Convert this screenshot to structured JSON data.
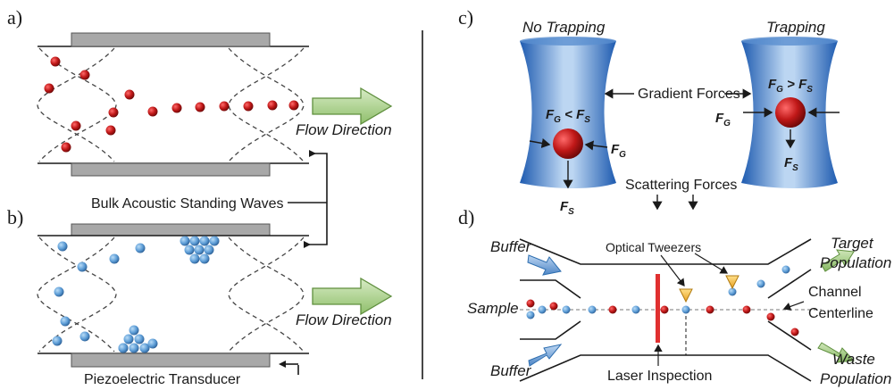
{
  "panels": {
    "a": {
      "label": "a)",
      "flow_label": "Flow Direction"
    },
    "b": {
      "label": "b)",
      "flow_label": "Flow Direction",
      "transducer_label": "Piezoelectric Transducer"
    },
    "shared_label": "Bulk Acoustic Standing Waves",
    "c": {
      "label": "c)",
      "left_title": "No Trapping",
      "right_title": "Trapping",
      "gradient_label": "Gradient Forces",
      "scattering_label": "Scattering Forces",
      "left_relation": {
        "a": "F",
        "a_sub": "G",
        "op": " < ",
        "b": "F",
        "b_sub": "S"
      },
      "right_relation": {
        "a": "F",
        "a_sub": "G",
        "op": " > ",
        "b": "F",
        "b_sub": "S"
      },
      "fg": {
        "main": "F",
        "sub": "G"
      },
      "fs": {
        "main": "F",
        "sub": "S"
      }
    },
    "d": {
      "label": "d)",
      "buffer_top": "Buffer",
      "buffer_bottom": "Buffer",
      "sample": "Sample",
      "optical_tweezers": "Optical Tweezers",
      "target_line1": "Target",
      "target_line2": "Population",
      "waste_line1": "Waste",
      "waste_line2": "Population",
      "channel_line1": "Channel",
      "channel_line2": "Centerline",
      "laser_inspection": "Laser Inspection"
    }
  },
  "colors": {
    "red_particle": "#b01818",
    "blue_particle": "#5b9bd5",
    "transducer": "#a8a8a8",
    "flow_arrow": "#a9d08e",
    "beam": "#2f6fc0",
    "laser": "#e03030",
    "tweezer": "#f4b942"
  }
}
